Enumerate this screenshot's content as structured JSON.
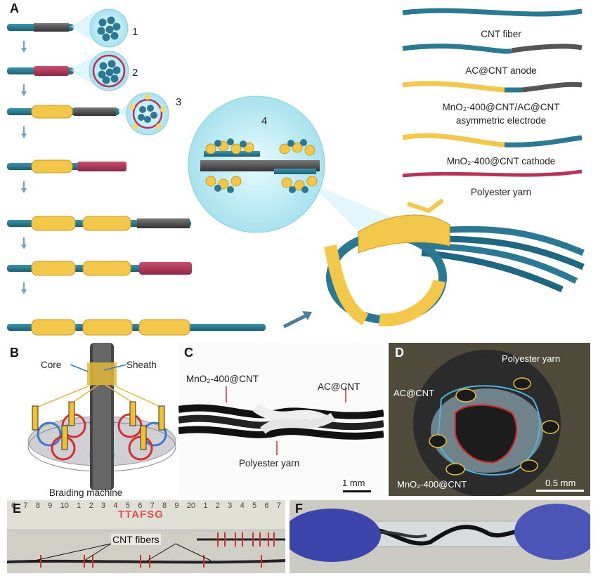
{
  "panels": {
    "a": "A",
    "b": "B",
    "c": "C",
    "d": "D",
    "e": "E",
    "f": "F"
  },
  "panel_a": {
    "steps": [
      "1",
      "2",
      "3"
    ],
    "zoom_label": "4",
    "legend": {
      "cnt_fiber": "CNT fiber",
      "ac_anode": "AC@CNT anode",
      "asym_line1": "MnO₂-400@CNT/AC@CNT",
      "asym_line2": "asymmetric electrode",
      "cathode": "MnO₂-400@CNT cathode",
      "polyester": "Polyester yarn"
    }
  },
  "panel_b": {
    "core": "Core",
    "sheath": "Sheath",
    "caption": "Braiding machine"
  },
  "panel_c": {
    "mno2": "MnO₂-400@CNT",
    "ac": "AC@CNT",
    "polyester": "Polyester yarn",
    "scale": "1 mm"
  },
  "panel_d": {
    "polyester": "Polyester yarn",
    "ac": "AC@CNT",
    "mno2": "MnO₂-400@CNT",
    "scale": "0.5 mm"
  },
  "panel_e": {
    "ruler_top": [
      "6",
      "7",
      "8",
      "9",
      "10",
      "1",
      "2",
      "3",
      "4",
      "5",
      "6",
      "7",
      "8",
      "9",
      "20",
      "1",
      "2",
      "3",
      "4",
      "5",
      "6",
      "7"
    ],
    "ruler_mark": "TTAFSG",
    "cnt_fibers": "CNT fibers"
  },
  "colors": {
    "teal": "#2a7892",
    "gray": "#555555",
    "yellow": "#f3c74a",
    "red": "#b8325a",
    "bubble": "#c8eef5"
  }
}
